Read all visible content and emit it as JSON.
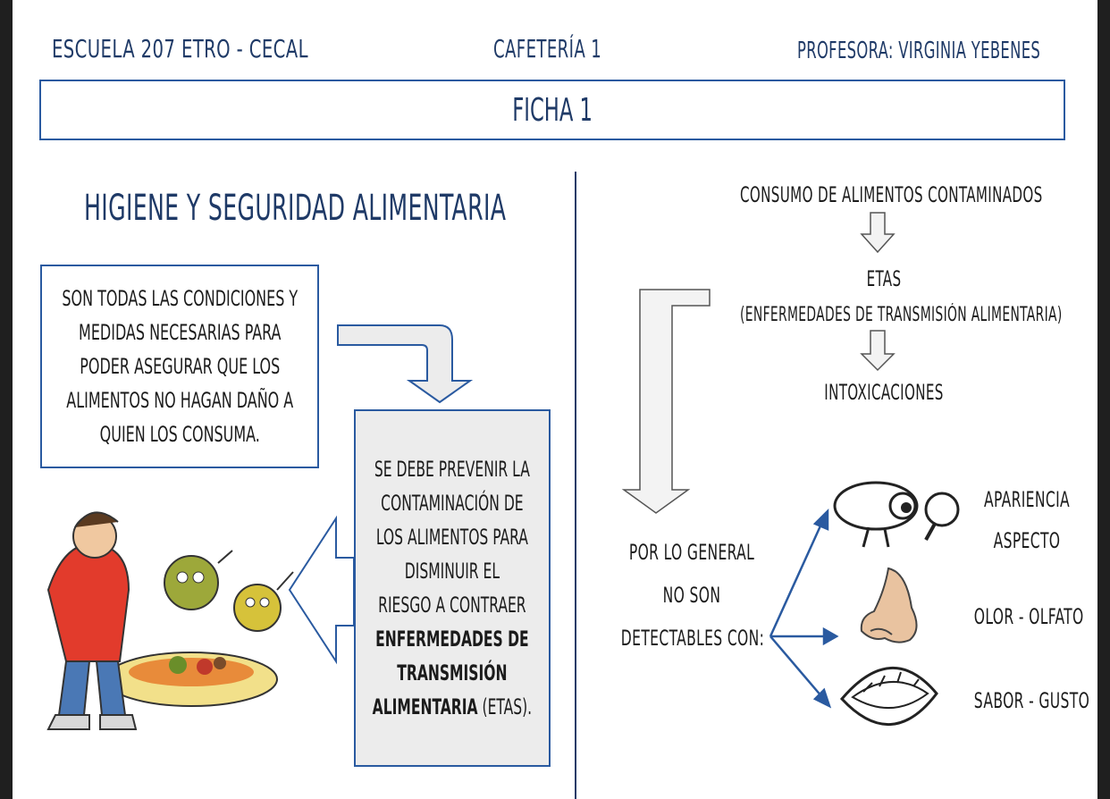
{
  "header": {
    "school": "ESCUELA 207 ETRO - CECAL",
    "course": "CAFETERÍA 1",
    "teacher": "PROFESORA: VIRGINIA YEBENES"
  },
  "sheet_title": "FICHA 1",
  "left": {
    "section_title": "HIGIENE Y SEGURIDAD ALIMENTARIA",
    "definition_lines": [
      "SON TODAS LAS CONDICIONES Y",
      "MEDIDAS NECESARIAS PARA",
      "PODER ASEGURAR QUE LOS",
      "ALIMENTOS NO HAGAN DAÑO A",
      "QUIEN LOS CONSUMA."
    ],
    "prevention_lines": [
      "SE DEBE PREVENIR LA",
      "CONTAMINACIÓN DE",
      "LOS ALIMENTOS PARA",
      "DISMINUIR EL",
      "RIESGO A CONTRAER"
    ],
    "prevention_bold_lines": [
      "ENFERMEDADES DE",
      "TRANSMISIÓN"
    ],
    "prevention_last_bold": "ALIMENTARIA",
    "prevention_last_plain": " (ETAS)."
  },
  "right": {
    "consumo": "CONSUMO DE ALIMENTOS CONTAMINADOS",
    "etas": "ETAS",
    "etas_full": "(ENFERMEDADES DE TRANSMISIÓN ALIMENTARIA)",
    "intoxicaciones": "INTOXICACIONES",
    "no_detectable_lines": [
      "POR LO GENERAL",
      "NO SON",
      "DETECTABLES  CON:"
    ],
    "senses": {
      "vista_lines": [
        "APARIENCIA",
        "ASPECTO"
      ],
      "olfato": "OLOR - OLFATO",
      "gusto": "SABOR -  GUSTO"
    }
  },
  "colors": {
    "navy": "#1f3a67",
    "border_blue": "#2a5aa0",
    "box_gray": "#ececec"
  },
  "icons": [
    "sick-person-illustration",
    "eye-icon",
    "nose-icon",
    "mouth-icon"
  ]
}
